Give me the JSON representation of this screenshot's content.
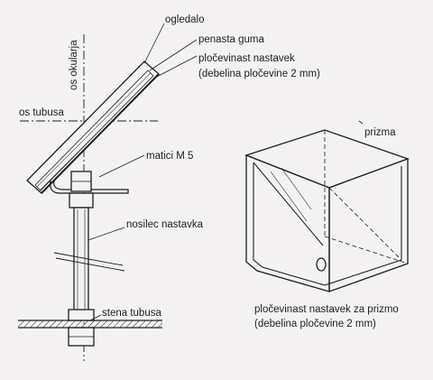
{
  "labels": {
    "ogledalo": "ogledalo",
    "penasta_guma": "penasta guma",
    "plocevinast_nastavek": "pločevinast nastavek",
    "debelina_1": "(debelina pločevine 2 mm)",
    "os_okularja": "os okularja",
    "os_tubusa": "os tubusa",
    "matici": "matici M 5",
    "nosilec": "nosilec nastavka",
    "stena": "stena tubusa",
    "prizma": "prizma",
    "nastavek_prizmo": "pločevinast nastavek za prizmo",
    "debelina_2": "(debelina pločevine 2 mm)"
  },
  "colors": {
    "ink": "#1e1e1e",
    "paper": "#f4f2f3"
  }
}
